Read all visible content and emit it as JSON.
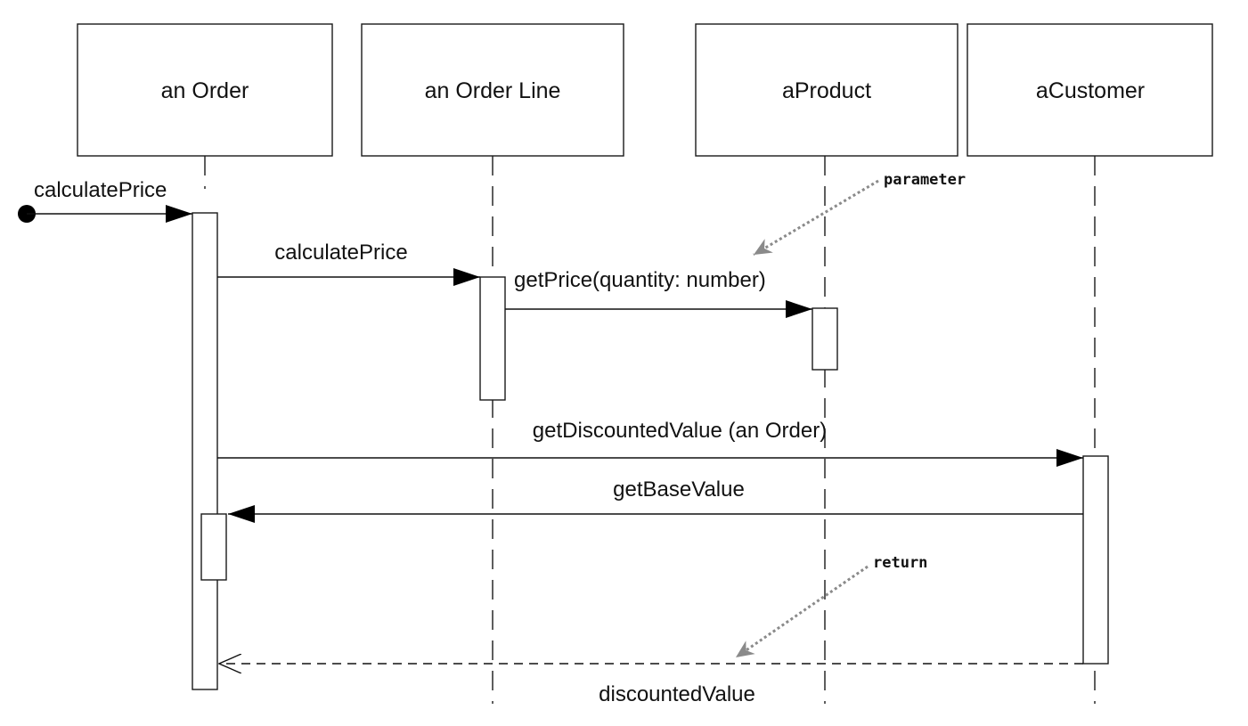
{
  "diagram": {
    "objects": [
      {
        "id": "order",
        "label": "an Order"
      },
      {
        "id": "orderline",
        "label": "an Order Line"
      },
      {
        "id": "product",
        "label": "aProduct"
      },
      {
        "id": "customer",
        "label": "aCustomer"
      }
    ],
    "messages": [
      {
        "from": "found",
        "to": "order",
        "label": "calculatePrice",
        "kind": "synchronous"
      },
      {
        "from": "order",
        "to": "orderline",
        "label": "calculatePrice",
        "kind": "synchronous"
      },
      {
        "from": "orderline",
        "to": "product",
        "label": "getPrice(quantity: number)",
        "kind": "synchronous"
      },
      {
        "from": "order",
        "to": "customer",
        "label": "getDiscountedValue (an Order)",
        "kind": "synchronous"
      },
      {
        "from": "customer",
        "to": "order",
        "label": "getBaseValue",
        "kind": "synchronous"
      },
      {
        "from": "customer",
        "to": "order",
        "label": "discountedValue",
        "kind": "return"
      }
    ],
    "notes": [
      {
        "label": "parameter"
      },
      {
        "label": "return"
      }
    ],
    "colors": {
      "line": "#111111",
      "note_arrow": "#8a8a8a",
      "background": "#ffffff"
    }
  }
}
